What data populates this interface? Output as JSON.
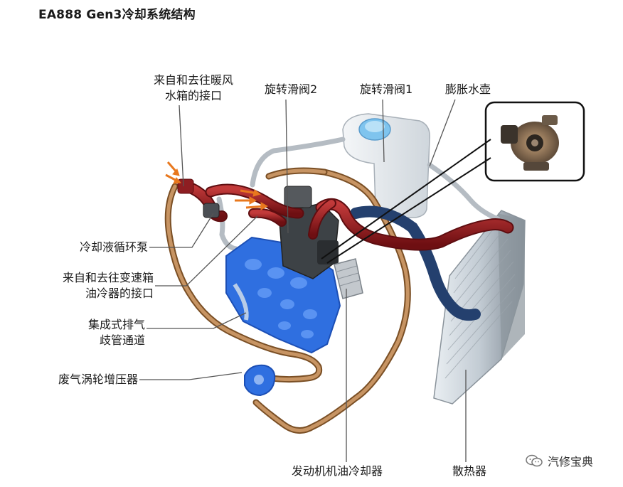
{
  "title": "EA888 Gen3冷却系统结构",
  "labels": {
    "heater_port": [
      "来自和去往暖风",
      "水箱的接口"
    ],
    "rotary_valve_2": "旋转滑阀2",
    "rotary_valve_1": "旋转滑阀1",
    "expansion_tank": "膨胀水壶",
    "coolant_pump": "冷却液循环泵",
    "transmission_cooler_port": [
      "来自和去往变速箱",
      "油冷器的接口"
    ],
    "exhaust_manifold": [
      "集成式排气",
      "歧管通道"
    ],
    "turbocharger": "废气涡轮增压器",
    "oil_cooler": "发动机机油冷却器",
    "radiator": "散热器"
  },
  "watermark": "汽修宝典",
  "colors": {
    "hot_pipe": "#9b1c1c",
    "copper_pipe": "#a0703c",
    "engine_blue": "#2f6fe0",
    "leader_line": "#555555"
  }
}
